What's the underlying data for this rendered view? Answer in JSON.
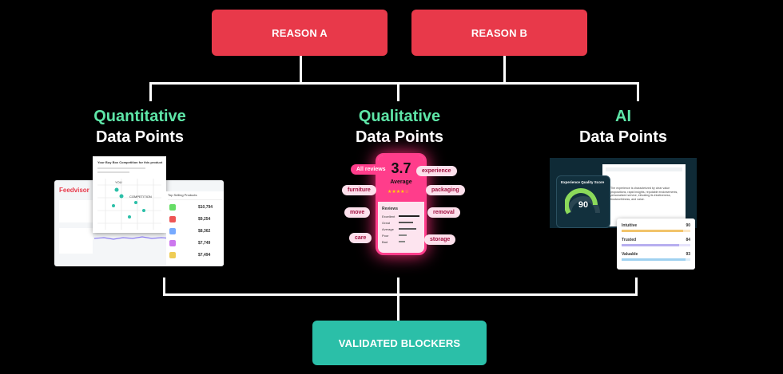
{
  "top": {
    "reason_a": "REASON A",
    "reason_b": "REASON B"
  },
  "columns": {
    "quantitative": {
      "accent": "Quantitative",
      "main": "Data Points"
    },
    "qualitative": {
      "accent": "Qualitative",
      "main": "Data Points"
    },
    "ai": {
      "accent": "AI",
      "main": "Data Points"
    }
  },
  "bottom": {
    "validated": "VALIDATED BLOCKERS"
  },
  "left_mock": {
    "logo": "Feedvisor",
    "popup_title": "Your Buy Box Competition for this product",
    "you": "YOU",
    "competition": "COMPETITION",
    "table_title": "Top Selling Products",
    "prices": [
      "$10,794",
      "$9,254",
      "$8,362",
      "$7,749",
      "$7,494"
    ]
  },
  "center_mock": {
    "score": "3.7",
    "score_label": "Average",
    "reviews_header": "Reviews",
    "rows": [
      "Excellent",
      "Great",
      "Average",
      "Poor",
      "Bad"
    ],
    "pills": {
      "all_reviews": "All reviews",
      "experience": "experience",
      "furniture": "furniture",
      "packaging": "packaging",
      "move": "move",
      "removal": "removal",
      "care": "care",
      "storage": "storage"
    }
  },
  "right_mock": {
    "gauge_title": "Experience Quality Score",
    "gauge_value": "90",
    "description": "The experience is characterized by clear value propositions, rapid insights, reputable endorsements, personalized service, elevating its intuitiveness, trustworthiness, and value.",
    "metrics": [
      {
        "label": "Intuitive",
        "value": "90"
      },
      {
        "label": "Trusted",
        "value": "84"
      },
      {
        "label": "Valuable",
        "value": "93"
      }
    ]
  },
  "colors": {
    "reason": "#e8394a",
    "validated": "#2bbfa8",
    "accent": "#5ee6a8",
    "pink": "#ff3d8b"
  }
}
